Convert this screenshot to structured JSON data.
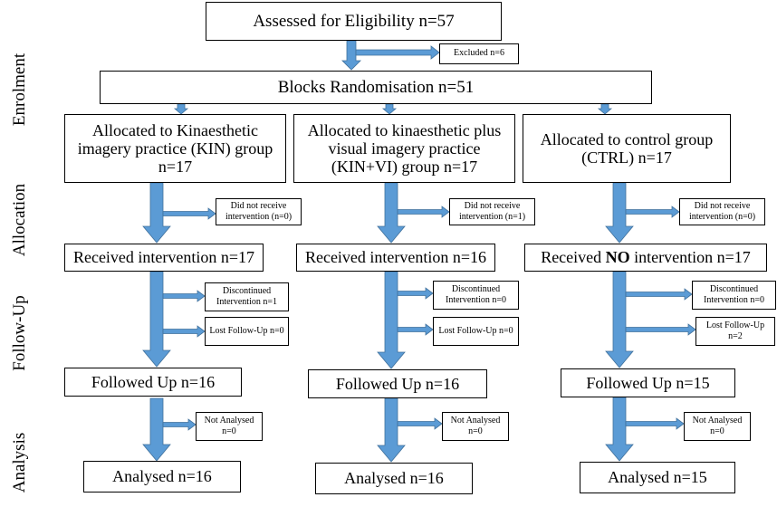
{
  "phases": [
    "Enrolment",
    "Allocation",
    "Follow-Up",
    "Analysis"
  ],
  "enrolment": {
    "assessed": "Assessed for Eligibility n=57",
    "excluded": "Excluded n=6",
    "randomised": "Blocks Randomisation n=51"
  },
  "groups": [
    {
      "allocated": "Allocated to Kinaesthetic imagery practice (KIN) group n=17",
      "not_received": "Did not receive intervention (n=0)",
      "received_pre": "Received intervention n=17",
      "discontinued": "Discontinued Intervention n=1",
      "lost": "Lost Follow-Up n=0",
      "followed": "Followed Up n=16",
      "not_analysed": "Not Analysed n=0",
      "analysed": "Analysed n=16"
    },
    {
      "allocated": "Allocated to kinaesthetic plus visual imagery practice (KIN+VI) group n=17",
      "not_received": "Did not receive intervention (n=1)",
      "received_pre": "Received intervention n=16",
      "discontinued": "Discontinued Intervention n=0",
      "lost": "Lost Follow-Up n=0",
      "followed": "Followed Up n=16",
      "not_analysed": "Not Analysed n=0",
      "analysed": "Analysed n=16"
    },
    {
      "allocated": "Allocated to control group (CTRL) n=17",
      "not_received": "Did not receive intervention (n=0)",
      "received_pre": "Received ",
      "received_bold": "NO",
      "received_post": " intervention n=17",
      "discontinued": "Discontinued Intervention n=0",
      "lost": "Lost Follow-Up n=2",
      "followed": "Followed Up n=15",
      "not_analysed": "Not Analysed n=0",
      "analysed": "Analysed n=15"
    }
  ],
  "colors": {
    "arrow": "#5b9bd5",
    "arrow_stroke": "#41719c",
    "border": "#000000"
  }
}
